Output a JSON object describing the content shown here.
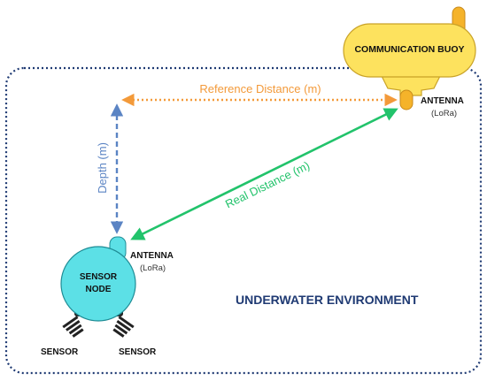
{
  "buoy": {
    "label": "COMMUNICATION BUOY",
    "fill": "#fde25e",
    "stroke": "#c9a227",
    "antenna_fill": "#f5b32a"
  },
  "buoy_antenna": {
    "label": "ANTENNA",
    "sublabel": "(LoRa)"
  },
  "node": {
    "label_line1": "SENSOR",
    "label_line2": "NODE",
    "fill": "#5ce0e6",
    "stroke": "#1f8c95"
  },
  "node_antenna": {
    "label": "ANTENNA",
    "sublabel": "(LoRa)"
  },
  "sensors": [
    {
      "label": "SENSOR"
    },
    {
      "label": "SENSOR"
    }
  ],
  "measurements": {
    "reference": {
      "label": "Reference Distance (m)",
      "color": "#f39a3a"
    },
    "depth": {
      "label": "Depth (m)",
      "color": "#5b84c4"
    },
    "real": {
      "label": "Real Distance (m)",
      "color": "#22c36b"
    }
  },
  "environment": {
    "label": "UNDERWATER ENVIRONMENT",
    "border_color": "#1f3a73",
    "label_color": "#1f3a73"
  }
}
